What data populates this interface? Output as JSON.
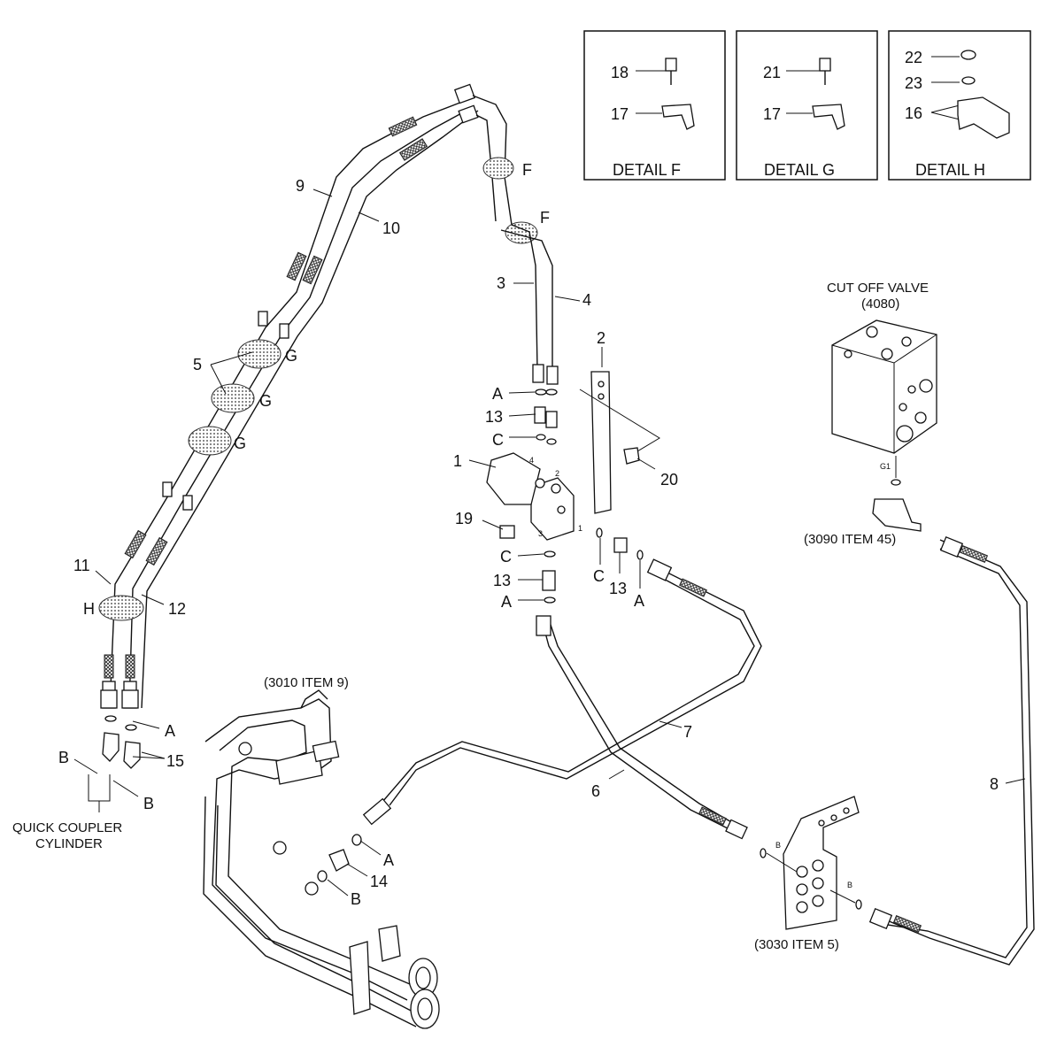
{
  "details": [
    {
      "id": "detail-f",
      "title": "DETAIL F",
      "callouts": [
        "18",
        "17"
      ]
    },
    {
      "id": "detail-g",
      "title": "DETAIL G",
      "callouts": [
        "21",
        "17"
      ]
    },
    {
      "id": "detail-h",
      "title": "DETAIL H",
      "callouts": [
        "22",
        "23",
        "16"
      ]
    }
  ],
  "references": {
    "cut_off_valve_title": "CUT OFF VALVE",
    "cut_off_valve_code": "(4080)",
    "item_3090": "(3090 ITEM 45)",
    "item_3010": "(3010 ITEM 9)",
    "item_3030": "(3030 ITEM 5)",
    "quick_coupler_line1": "QUICK COUPLER",
    "quick_coupler_line2": "CYLINDER",
    "port_g1": "G1"
  },
  "callouts": {
    "c1": "1",
    "c2": "2",
    "c3": "3",
    "c4": "4",
    "c5": "5",
    "c6": "6",
    "c7": "7",
    "c8": "8",
    "c9": "9",
    "c10": "10",
    "c11": "11",
    "c12": "12",
    "c13a": "13",
    "c13b": "13",
    "c13c": "13",
    "c14": "14",
    "c15": "15",
    "c19": "19",
    "c20": "20",
    "fA1": "A",
    "fA2": "A",
    "fA3": "A",
    "fA4": "A",
    "fA5": "A",
    "fB1": "B",
    "fB2": "B",
    "fB3": "B",
    "fC1": "C",
    "fC2": "C",
    "fC3": "C",
    "dF1": "F",
    "dF2": "F",
    "dG1": "G",
    "dG2": "G",
    "dG3": "G",
    "dH1": "H",
    "port1": "1",
    "port2": "2",
    "port3": "3",
    "port4": "4",
    "portB1": "B",
    "portB2": "B"
  }
}
